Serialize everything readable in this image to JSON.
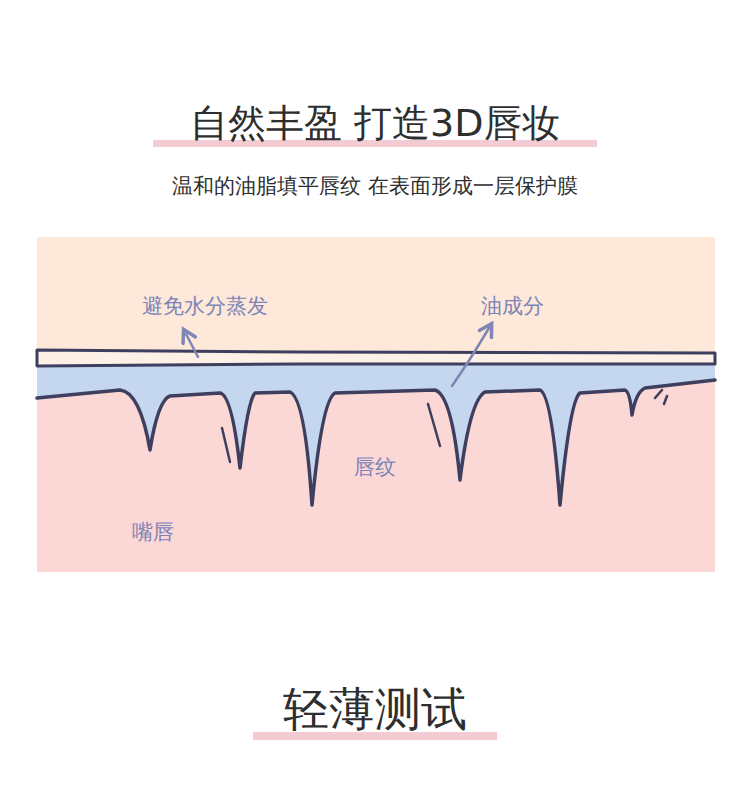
{
  "diagram": {
    "title": "自然丰盈 打造3D唇妆",
    "labels": [
      "温和的油脂填平唇纹 在表面形成一层保护膜",
      "避免水分蒸发",
      "油成分",
      "唇纹",
      "嘴唇",
      "轻薄测试"
    ]
  }
}
